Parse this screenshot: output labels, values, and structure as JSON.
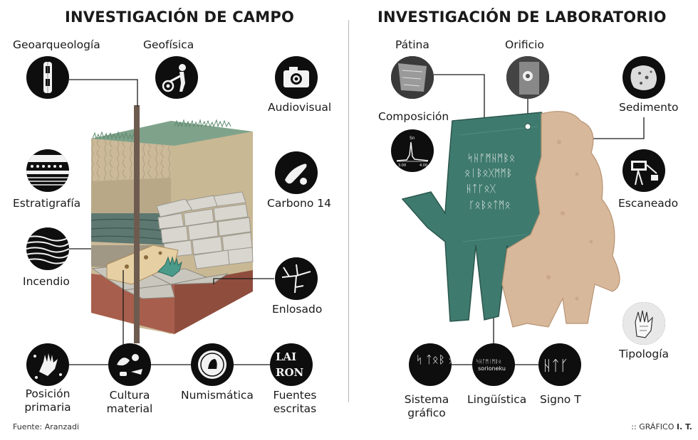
{
  "titles": {
    "field": "INVESTIGACIÓN DE CAMPO",
    "lab": "INVESTIGACIÓN DE LABORATORIO"
  },
  "field_labels": {
    "geoarqueologia": "Geoarqueología",
    "geofisica": "Geofísica",
    "audiovisual": "Audiovisual",
    "estratigrafia": "Estratigrafía",
    "carbono14": "Carbono 14",
    "incendio": "Incendio",
    "enlosado": "Enlosado",
    "posicion": "Posición primaria",
    "cultura": "Cultura material",
    "numismatica": "Numismática",
    "fuentes": "Fuentes escritas"
  },
  "lab_labels": {
    "patina": "Pátina",
    "orificio": "Orificio",
    "sedimento": "Sedimento",
    "composicion": "Composición",
    "escaneado": "Escaneado",
    "tipologia": "Tipología",
    "sistema": "Sistema gráfico",
    "linguistica": "Lingüística",
    "signo_t": "Signo T"
  },
  "icon_text": {
    "composition_element": "Sn",
    "composition_axis_min": "3.00",
    "composition_axis_max": "4.00",
    "linguistics_word1": "ᛋᚺᚩᛗᛁᛗᛒᛟ",
    "linguistics_word2": "sorioneku",
    "written_sources_line1": "LAI",
    "written_sources_line2": "RON",
    "system_glyphs": "ᛋ ᛏᛟᛒ ᛟ",
    "sign_t_glyphs": "ᚺᛏᚴ",
    "hand_inscription_line1": "ᛋᚺᚩᛗᚺᛗᛒᛟ",
    "hand_inscription_line2": "ᛟᛁᛒᛟᚷᛗᛗᛒ",
    "hand_inscription_line3": "ᚺᛏᚴᛟᚷ",
    "hand_inscription_line4": "ᚴᛟᛒᛟᛏᛗᛟ"
  },
  "footer": {
    "source": "Fuente: Aranzadi",
    "credit_prefix": ":: GRÁFICO",
    "credit_author": "I. T."
  },
  "colors": {
    "bronze_patina": "#3f7a6e",
    "sediment": "#d8b89a",
    "clay_bottom": "#a85e4c",
    "grass": "#7fa38a",
    "icon_bg": "#0e0e0e"
  }
}
